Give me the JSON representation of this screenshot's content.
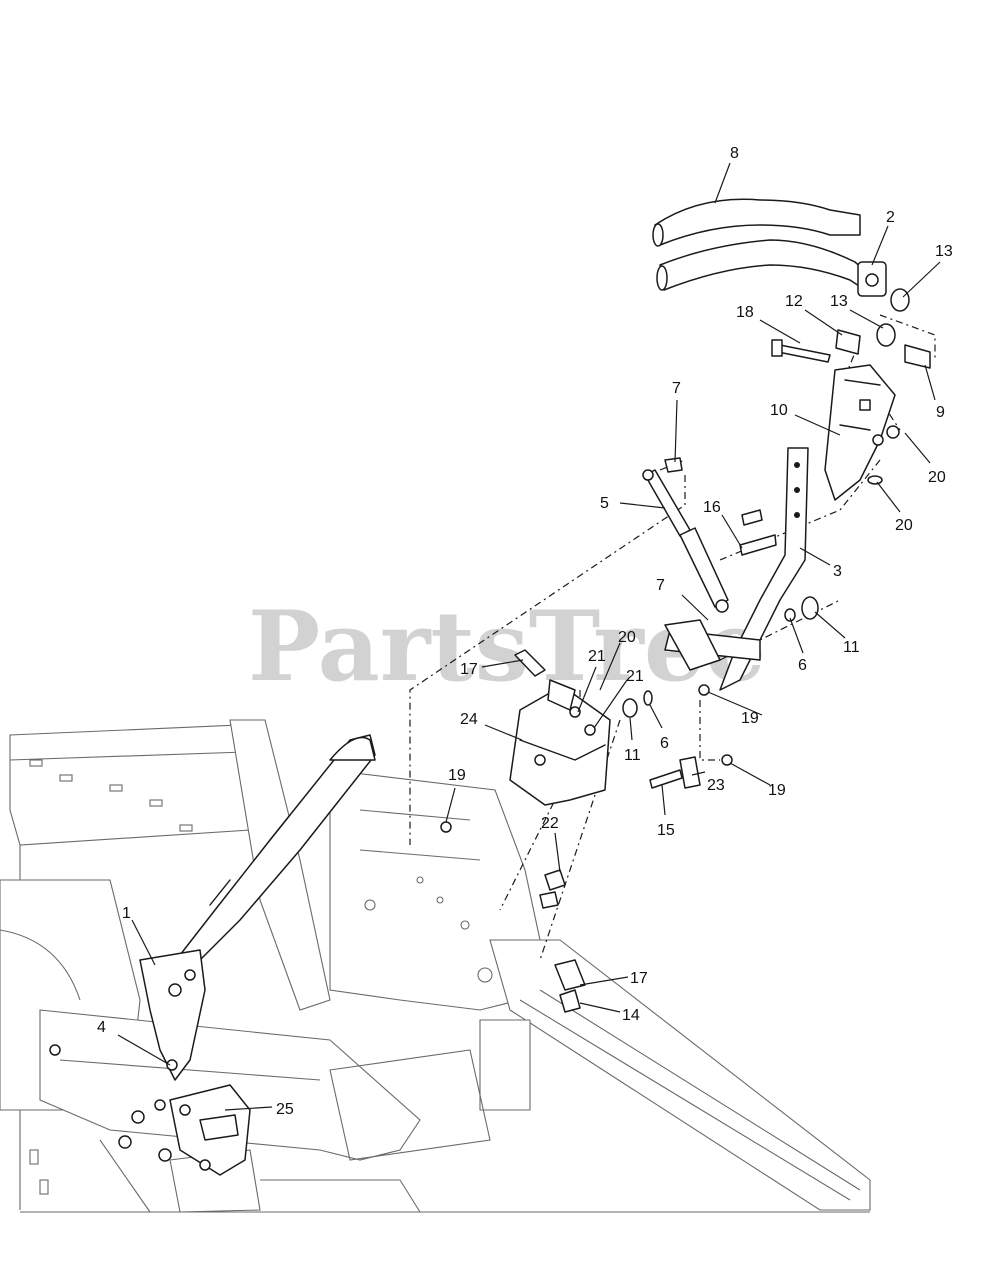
{
  "watermark": "PartsTree",
  "callouts": [
    {
      "id": "c8",
      "label": "8"
    },
    {
      "id": "c2",
      "label": "2"
    },
    {
      "id": "c13a",
      "label": "13"
    },
    {
      "id": "c13b",
      "label": "13"
    },
    {
      "id": "c12",
      "label": "12"
    },
    {
      "id": "c18",
      "label": "18"
    },
    {
      "id": "c9",
      "label": "9"
    },
    {
      "id": "c7a",
      "label": "7"
    },
    {
      "id": "c10",
      "label": "10"
    },
    {
      "id": "c20a",
      "label": "20"
    },
    {
      "id": "c5",
      "label": "5"
    },
    {
      "id": "c16",
      "label": "16"
    },
    {
      "id": "c20b",
      "label": "20"
    },
    {
      "id": "c3",
      "label": "3"
    },
    {
      "id": "c7b",
      "label": "7"
    },
    {
      "id": "c11a",
      "label": "11"
    },
    {
      "id": "c6a",
      "label": "6"
    },
    {
      "id": "c20c",
      "label": "20"
    },
    {
      "id": "c17a",
      "label": "17"
    },
    {
      "id": "c21a",
      "label": "21"
    },
    {
      "id": "c21b",
      "label": "21"
    },
    {
      "id": "c19a",
      "label": "19"
    },
    {
      "id": "c24",
      "label": "24"
    },
    {
      "id": "c11b",
      "label": "11"
    },
    {
      "id": "c6b",
      "label": "6"
    },
    {
      "id": "c19b",
      "label": "19"
    },
    {
      "id": "c19c",
      "label": "19"
    },
    {
      "id": "c23",
      "label": "23"
    },
    {
      "id": "c15",
      "label": "15"
    },
    {
      "id": "c22",
      "label": "22"
    },
    {
      "id": "c1",
      "label": "1"
    },
    {
      "id": "c17b",
      "label": "17"
    },
    {
      "id": "c14",
      "label": "14"
    },
    {
      "id": "c4",
      "label": "4"
    },
    {
      "id": "c25",
      "label": "25"
    }
  ]
}
